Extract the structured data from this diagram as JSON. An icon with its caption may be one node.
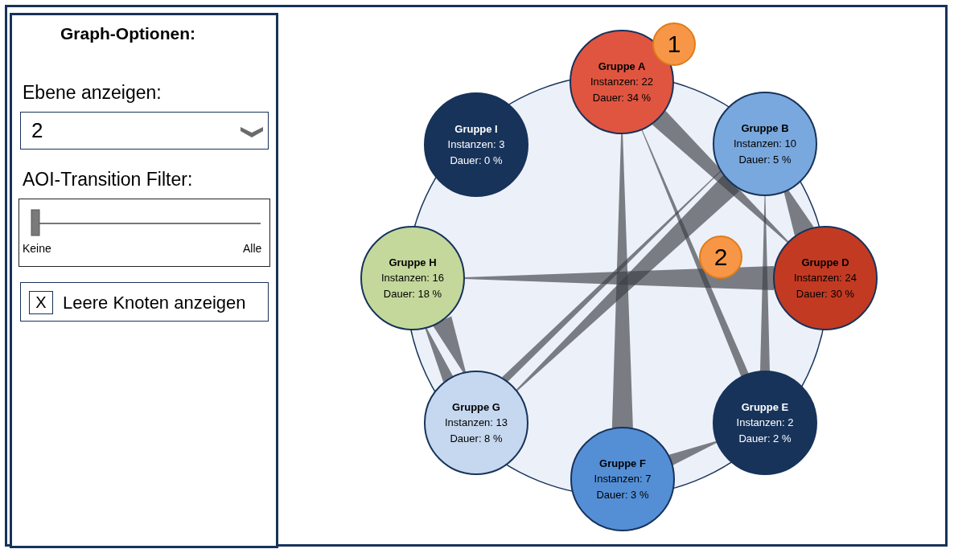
{
  "diagram": {
    "nodes": [
      {
        "text": [
          "Gruppe A",
          "Instanzen: 22 Dauer: 34 %"
        ]
      },
      {
        "text": [
          "Gruppe I",
          "Instanzen: 3 Dauer: 0 %"
        ]
      },
      {
        "text": [
          "Gruppe B",
          "Instanzen: 10 Dauer: 5 %"
        ]
      },
      {
        "text": [
          "Gruppe H",
          "Instanzen: 16 Dauer: 18 %"
        ]
      },
      {
        "text": [
          "Gruppe D",
          "Instanzen: 24 Dauer: 30 %"
        ]
      },
      {
        "text": [
          "Gruppe G",
          "Instanzen: 13 Dauer: 8 %"
        ]
      },
      {
        "text": [
          "Gruppe E",
          "Instanzen: 2 Dauer: 2 %"
        ]
      },
      {
        "text": [
          "Gruppe F",
          "Instanzen: 7 Dauer: 3 %"
        ]
      }
    ],
    "edges": [
      {
        "from": 0,
        "to": 7,
        "arrow": "none"
      },
      {
        "from": 0,
        "to": 6,
        "arrow": "none"
      },
      {
        "from": 0,
        "to": 4,
        "arrow": "none"
      },
      {
        "from": 2,
        "to": 5,
        "arrow": "none"
      },
      {
        "from": 2,
        "to": 5,
        "arrow": "none"
      },
      {
        "from": 2,
        "to": 4,
        "arrow": "none"
      },
      {
        "from": 2,
        "to": 6,
        "arrow": "none"
      },
      {
        "from": 3,
        "to": 4,
        "arrow": "none"
      },
      {
        "from": 3,
        "to": 5,
        "arrow": "none"
      },
      {
        "from": 3,
        "to": 5,
        "arrow": "none"
      },
      {
        "from": 6,
        "to": 7,
        "arrow": "none"
      }
    ],
    "labels": [
      "Graph-Optionen:",
      "Ebene anzeigen:",
      "2",
      "AOI-Transition Filter:",
      "Keine",
      "Alle",
      "X",
      "Leere Knoten anzeigen",
      "1",
      "2"
    ]
  }
}
